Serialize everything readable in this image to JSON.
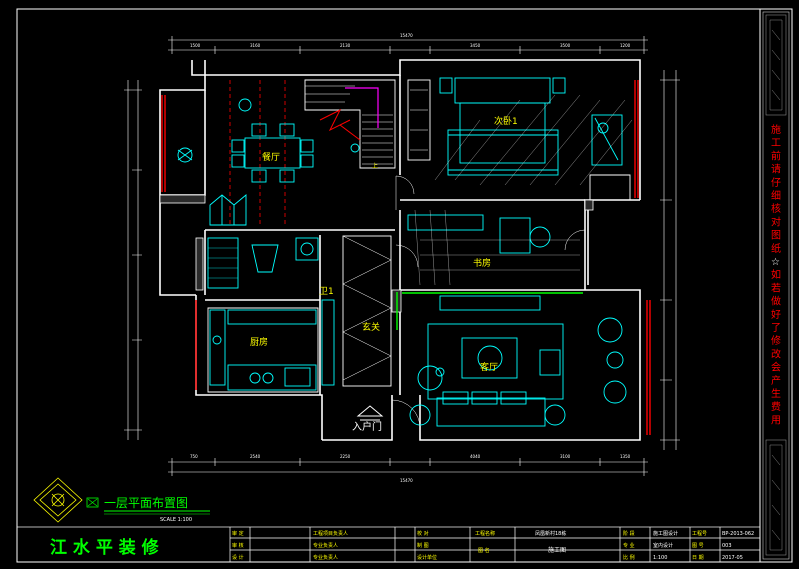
{
  "drawing": {
    "title": "一层平面布置图",
    "scale": "SCALE 1:100",
    "entrance_label": "入户门"
  },
  "rooms": {
    "dining": "餐厅",
    "bedroom": "次卧1",
    "study": "书房",
    "living": "客厅",
    "kitchen": "厨房",
    "foyer": "玄关",
    "wc": "卫1",
    "stair_up": "上"
  },
  "side_panel": {
    "notes": [
      "施",
      "工",
      "前",
      "请",
      "仔",
      "细",
      "核",
      "对",
      "图",
      "纸",
      "☆",
      "如",
      "若",
      "做",
      "好",
      "了",
      "修",
      "改",
      "会",
      "产",
      "生",
      "费",
      "用"
    ]
  },
  "title_block": {
    "company": "江 水 平 装 修",
    "left_labels": [
      "审 定",
      "审 核",
      "设 计"
    ],
    "resp_labels": [
      "工程项目负责人",
      "专业负责人",
      "专业负责人"
    ],
    "check_labels": [
      "校 对",
      "制 图",
      "设计单位"
    ],
    "project_label": "工程名称",
    "project_value": "凤凰新村18栋",
    "drawing_label": "图 名",
    "drawing_value": "施工图",
    "spec_labels": [
      "阶 段",
      "专 业",
      "比 例"
    ],
    "spec_values": [
      "施工图设计",
      "室内设计",
      "1:100"
    ],
    "code_labels": [
      "工程号",
      "图 号",
      "日 期"
    ],
    "code_values": [
      "BP-2013-062",
      "003",
      "2017-05"
    ]
  },
  "colors": {
    "frame": "#ffffff",
    "wall": "#ffffff",
    "furniture": "#00ffff",
    "label": "#ffff00",
    "title_green": "#00ff00",
    "red_line": "#ff0000",
    "magenta": "#ff00ff",
    "side_text": "#ff0000"
  }
}
